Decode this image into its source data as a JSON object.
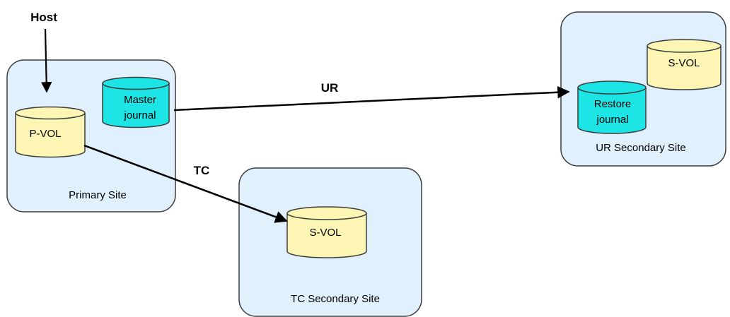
{
  "host_label": "Host",
  "sites": {
    "primary": {
      "label": "Primary Site"
    },
    "tc_secondary": {
      "label": "TC Secondary Site"
    },
    "ur_secondary": {
      "label": "UR Secondary Site"
    }
  },
  "volumes": {
    "pvol": {
      "label": "P-VOL"
    },
    "master_journal": {
      "line1": "Master",
      "line2": "journal"
    },
    "tc_svol": {
      "label": "S-VOL"
    },
    "restore_journal": {
      "line1": "Restore",
      "line2": "journal"
    },
    "ur_svol": {
      "label": "S-VOL"
    }
  },
  "links": {
    "tc": {
      "label": "TC"
    },
    "ur": {
      "label": "UR"
    }
  },
  "colors": {
    "site_fill": "#e0f0fc",
    "site_stroke": "#3c3c3c",
    "data_volume": "#fdf5b4",
    "journal_volume": "#1de5e5",
    "arrow": "#000000"
  }
}
